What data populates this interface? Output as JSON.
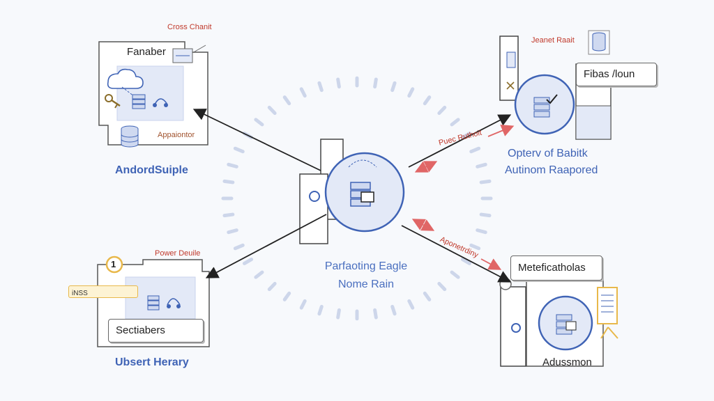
{
  "center": {
    "title_line1": "Parfaoting Eagle",
    "title_line2": "Nome Rain"
  },
  "top_left": {
    "panel_label": "Fanaber",
    "corner_note": "Cross Chanit",
    "sub_note": "Appaiontor",
    "caption": "AndordSuiple"
  },
  "bottom_left": {
    "corner_note": "Power Deuile",
    "tag_label": "iNSS",
    "callout_label": "Sectiabers",
    "caption": "Ubsert Herary",
    "badge_number": "1"
  },
  "top_right": {
    "corner_note": "Jeanet Raait",
    "callout_label": "Fibas /loun",
    "arrow_note": "Puec Ruthoit",
    "caption_line1": "Opterv of Babitk",
    "caption_line2": "Autinom Raapored"
  },
  "bottom_right": {
    "callout_label": "Meteficatholas",
    "arrow_note": "Aponetrdiny",
    "caption": "Adussmon"
  },
  "colors": {
    "accent_blue": "#3f63b5",
    "arrow_red": "#e06666",
    "highlight_yellow": "#e8b84a",
    "panel_fill": "#e3e9f7"
  }
}
